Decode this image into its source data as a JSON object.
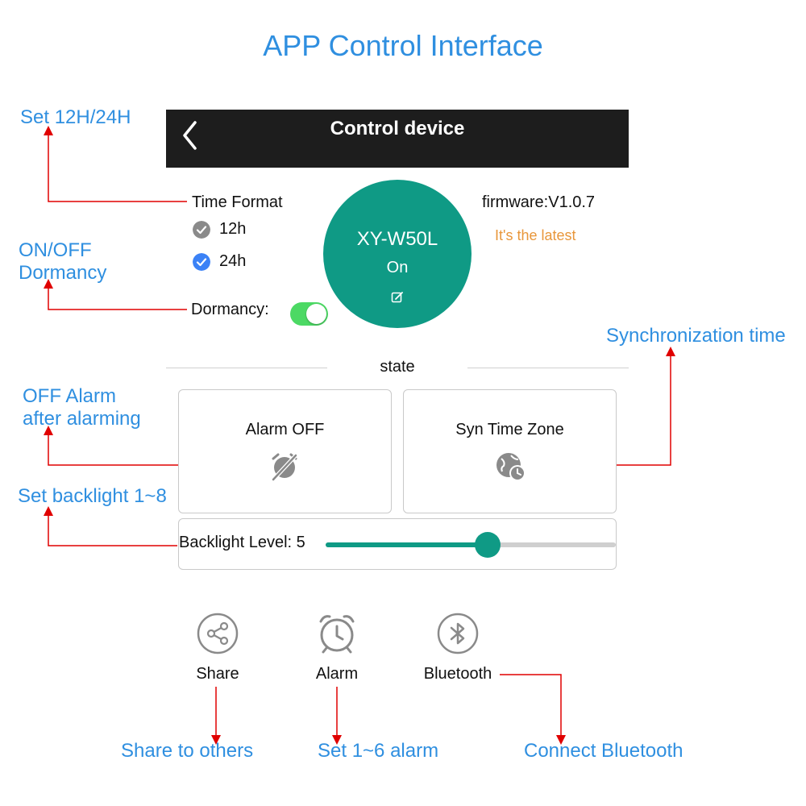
{
  "page_title": "APP Control Interface",
  "header": {
    "title": "Control device",
    "back_icon": "chevron-left-icon"
  },
  "time_format": {
    "label": "Time Format",
    "options": [
      {
        "label": "12h",
        "selected": false
      },
      {
        "label": "24h",
        "selected": true
      }
    ]
  },
  "dormancy": {
    "label": "Dormancy:",
    "on": true
  },
  "device": {
    "name": "XY-W50L",
    "status": "On",
    "edit_icon": "edit-icon"
  },
  "firmware": {
    "version": "firmware:V1.0.7",
    "status": "It's the latest"
  },
  "state_label": "state",
  "cards": {
    "alarm_off": {
      "label": "Alarm OFF",
      "icon": "alarm-off-icon"
    },
    "sync_time": {
      "label": "Syn Time Zone",
      "icon": "globe-clock-icon"
    }
  },
  "backlight": {
    "label": "Backlight Level: 5",
    "level": 5,
    "min": 1,
    "max": 8
  },
  "bottom_nav": {
    "share": {
      "label": "Share",
      "icon": "share-icon"
    },
    "alarm": {
      "label": "Alarm",
      "icon": "alarm-clock-icon"
    },
    "bluetooth": {
      "label": "Bluetooth",
      "icon": "bluetooth-icon"
    }
  },
  "annotations": {
    "set_12h_24h": "Set 12H/24H",
    "on_off_dormancy_line1": "ON/OFF",
    "on_off_dormancy_line2": "Dormancy",
    "sync_time": "Synchronization time",
    "off_alarm_line1": "OFF Alarm",
    "off_alarm_line2": "after alarming",
    "set_backlight": "Set backlight 1~8",
    "share_to_others": "Share to others",
    "set_alarm": "Set 1~6 alarm",
    "connect_bluetooth": "Connect Bluetooth"
  },
  "colors": {
    "accent_teal": "#0f9a85",
    "annotation_blue": "#2f8fe0",
    "annotation_line_red": "#e00000",
    "latest_orange": "#e8963a",
    "toggle_green": "#4cd964",
    "check_selected": "#3b82f6",
    "check_unselected": "#8a8a8a",
    "header_bg": "#1d1d1d"
  }
}
